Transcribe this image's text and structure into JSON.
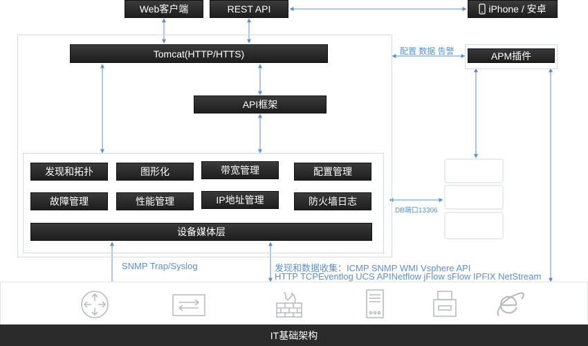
{
  "top": {
    "web_client": "Web客户端",
    "rest_api": "REST API",
    "mobile": "iPhone / 安卓"
  },
  "server": {
    "tomcat": "Tomcat(HTTP/HTTS)",
    "api_framework": "API框架",
    "modules": [
      "发现和拓扑",
      "图形化",
      "带宽管理",
      "配置管理",
      "故障管理",
      "性能管理",
      "IP地址管理",
      "防火墙日志"
    ],
    "device_media_layer": "设备媒体层"
  },
  "apm": {
    "label": "APM插件",
    "link_label": "配置 数据 告警"
  },
  "database": {
    "port_label": "DB端口13306"
  },
  "protocols": {
    "snmp_trap": "SNMP Trap/Syslog",
    "collection_line1": "发现和数据收集：ICMP SNMP WMI Vsphere API",
    "collection_line2": "HTTP TCPEventlog UCS APINetflow jFlow sFlow IPFIX NetStream"
  },
  "infrastructure": {
    "label": "IT基础架构",
    "icons": [
      "router-icon",
      "switch-icon",
      "firewall-icon",
      "server-icon",
      "printer-icon",
      "browser-icon"
    ]
  },
  "colors": {
    "arrow": "#5b8fc8",
    "dark_box": "#2a2a2a",
    "panel_border": "#cfdbe8",
    "icon_gray": "#b8bcc2"
  }
}
